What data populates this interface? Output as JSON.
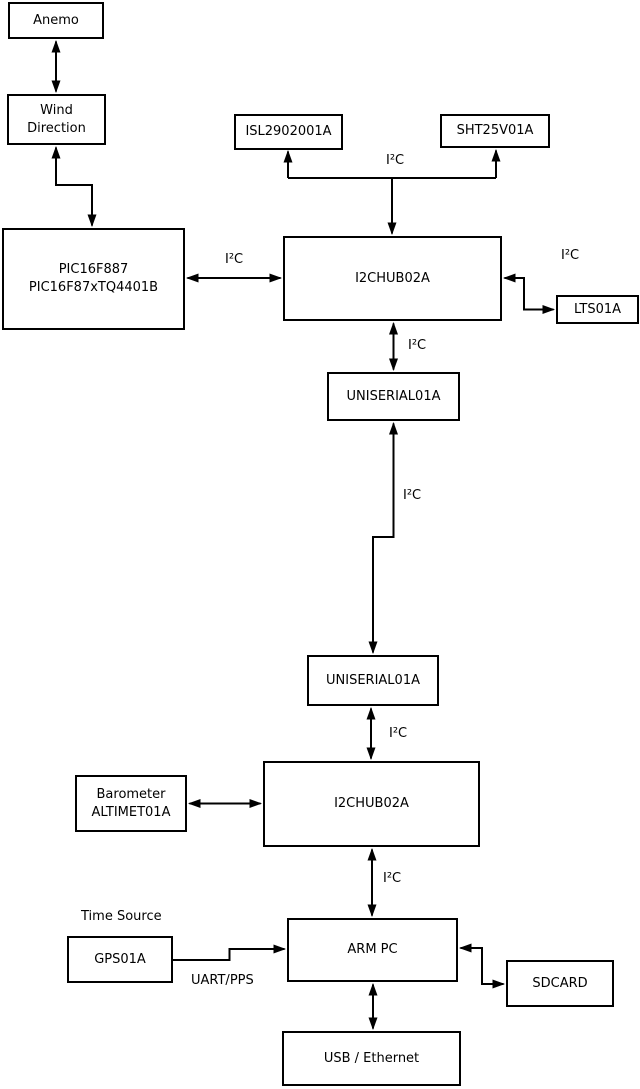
{
  "diagram": {
    "type": "block-diagram",
    "colors": {
      "background": "#ffffff",
      "line": "#000000",
      "box_fill": "#ffffff",
      "text": "#000000"
    },
    "nodes": {
      "anemo": {
        "label": "Anemo"
      },
      "wind_direction": {
        "label": "Wind\nDirection"
      },
      "pic": {
        "label": "PIC16F887\nPIC16F87xTQ4401B"
      },
      "isl": {
        "label": "ISL2902001A"
      },
      "sht": {
        "label": "SHT25V01A"
      },
      "i2chub_top": {
        "label": "I2CHUB02A"
      },
      "lts": {
        "label": "LTS01A"
      },
      "uniserial_top": {
        "label": "UNISERIAL01A"
      },
      "uniserial_bottom": {
        "label": "UNISERIAL01A"
      },
      "i2chub_bottom": {
        "label": "I2CHUB02A"
      },
      "barometer": {
        "label": "Barometer\nALTIMET01A"
      },
      "gps": {
        "label": "GPS01A"
      },
      "arm_pc": {
        "label": "ARM PC"
      },
      "sdcard": {
        "label": "SDCARD"
      },
      "usb_ethernet": {
        "label": "USB / Ethernet"
      }
    },
    "edge_labels": {
      "i2c_sensor_bus": "I²C",
      "i2c_pic_hub": "I²C",
      "i2c_hub_lts": "I²C",
      "i2c_hub_uniserial": "I²C",
      "i2c_uniserial_link": "I²C",
      "i2c_uniserial_hub2": "I²C",
      "i2c_hub2_arm": "I²C",
      "uart_pps": "UART/PPS",
      "time_source": "Time Source"
    },
    "edges": [
      {
        "from": "Anemo",
        "to": "Wind Direction",
        "arrows": "both",
        "label": ""
      },
      {
        "from": "Wind Direction",
        "to": "PIC16F887 PIC16F87xTQ4401B",
        "arrows": "both",
        "label": ""
      },
      {
        "from": "PIC16F887 PIC16F87xTQ4401B",
        "to": "I2CHUB02A (top)",
        "arrows": "both",
        "label": "I²C"
      },
      {
        "from": "I2CHUB02A (top)",
        "to": "ISL2902001A",
        "arrows": "to",
        "label": "I²C"
      },
      {
        "from": "I2CHUB02A (top)",
        "to": "SHT25V01A",
        "arrows": "to",
        "label": "I²C"
      },
      {
        "from": "I2CHUB02A (top)",
        "to": "LTS01A",
        "arrows": "both",
        "label": "I²C"
      },
      {
        "from": "I2CHUB02A (top)",
        "to": "UNISERIAL01A (top)",
        "arrows": "both",
        "label": "I²C"
      },
      {
        "from": "UNISERIAL01A (top)",
        "to": "UNISERIAL01A (bottom)",
        "arrows": "both",
        "label": "I²C"
      },
      {
        "from": "UNISERIAL01A (bottom)",
        "to": "I2CHUB02A (bottom)",
        "arrows": "both",
        "label": "I²C"
      },
      {
        "from": "Barometer ALTIMET01A",
        "to": "I2CHUB02A (bottom)",
        "arrows": "both",
        "label": "I²C"
      },
      {
        "from": "I2CHUB02A (bottom)",
        "to": "ARM PC",
        "arrows": "both",
        "label": "I²C"
      },
      {
        "from": "GPS01A",
        "to": "ARM PC",
        "arrows": "to",
        "label": "UART/PPS"
      },
      {
        "from": "ARM PC",
        "to": "SDCARD",
        "arrows": "both",
        "label": ""
      },
      {
        "from": "ARM PC",
        "to": "USB / Ethernet",
        "arrows": "both",
        "label": ""
      }
    ],
    "captions": {
      "gps_caption": "Time Source"
    }
  }
}
